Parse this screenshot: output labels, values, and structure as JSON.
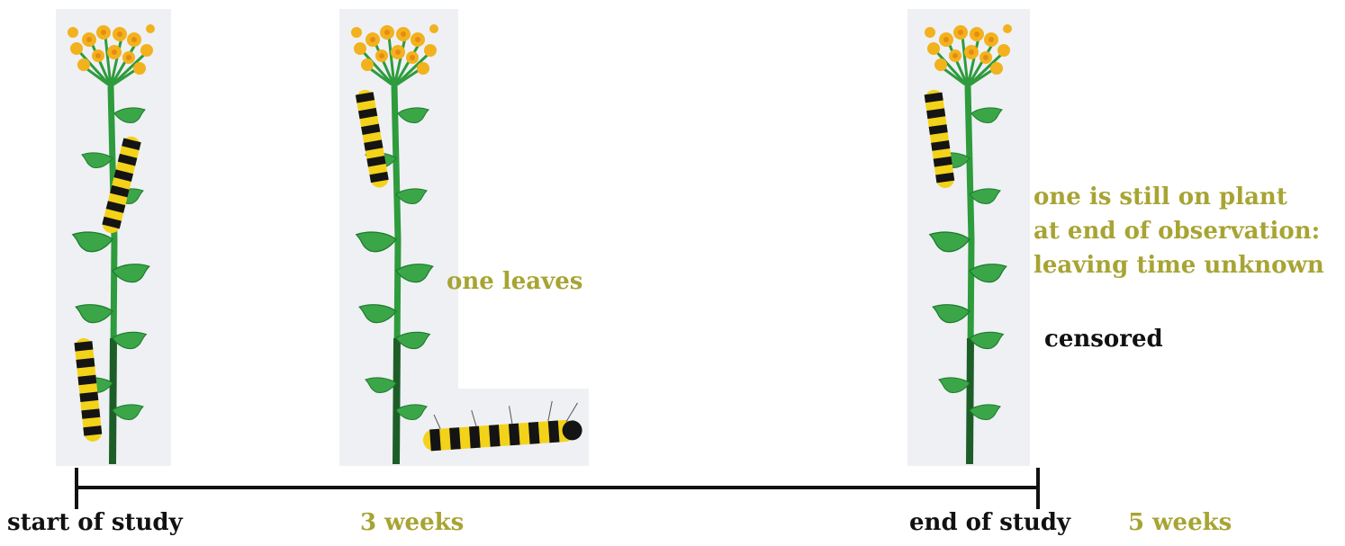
{
  "colors": {
    "olive": "#a8a434",
    "dark": "#111111",
    "stem": "#2e9b3c",
    "leaf": "#3aa648",
    "flower": "#f2b21e",
    "flower_center": "#e88a12",
    "caterpillar_yellow": "#f3d21a",
    "caterpillar_black": "#141414"
  },
  "timeline": {
    "start_label": "start of study",
    "three_weeks_label": "3 weeks",
    "end_label": "end of study",
    "five_weeks_label": "5 weeks"
  },
  "annotations": {
    "one_leaves": "one leaves",
    "still_on_plant_lines": [
      "one is still on plant",
      "at end of observation:",
      "leaving time unknown"
    ],
    "censored": "censored"
  }
}
